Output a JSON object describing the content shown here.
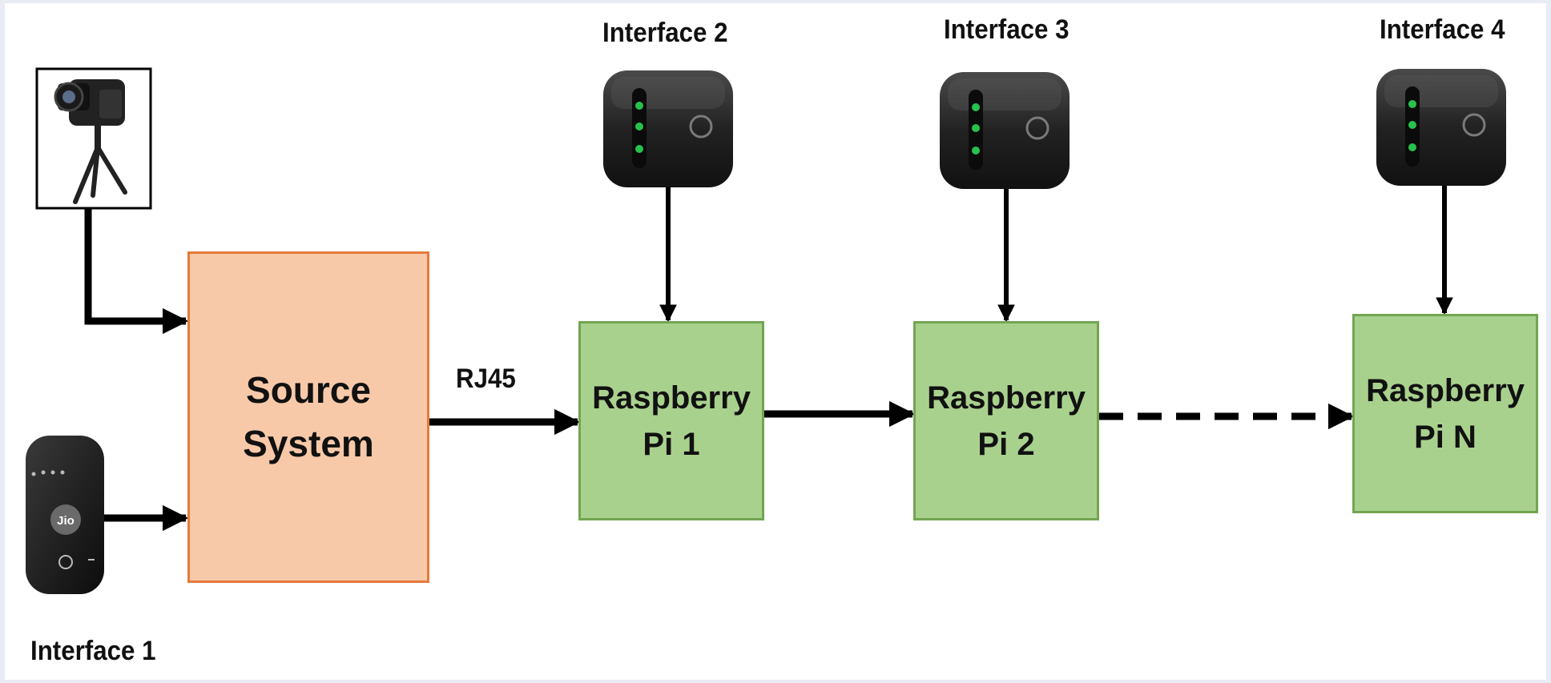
{
  "nodes": {
    "source": {
      "label": "Source\nSystem"
    },
    "pi1": {
      "label": "Raspberry\nPi 1"
    },
    "pi2": {
      "label": "Raspberry\nPi 2"
    },
    "piN": {
      "label": "Raspberry\nPi N"
    }
  },
  "interfaces": {
    "i1": "Interface 1",
    "i2": "Interface 2",
    "i3": "Interface 3",
    "i4": "Interface 4"
  },
  "edges": {
    "rj45": "RJ45"
  },
  "device_logo": "Jio",
  "colors": {
    "source_fill": "#f8c9a9",
    "source_border": "#e57a3d",
    "pi_fill": "#a9d18e",
    "pi_border": "#72a552",
    "arrow": "#000000"
  },
  "icons": [
    "camera-icon",
    "tripod-icon",
    "jiofi-router-icon",
    "mifi-hotspot-icon"
  ]
}
